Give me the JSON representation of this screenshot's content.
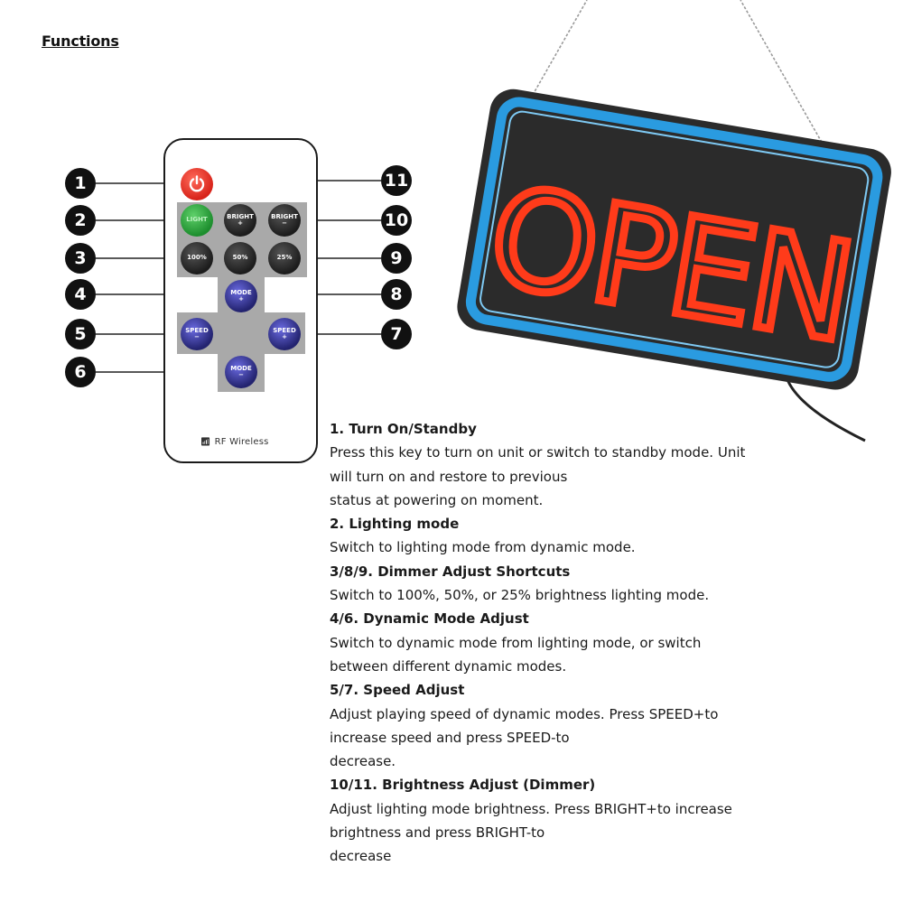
{
  "heading": "Functions",
  "callouts": [
    "1",
    "2",
    "3",
    "4",
    "5",
    "6",
    "7",
    "8",
    "9",
    "10",
    "11"
  ],
  "remote": {
    "buttons": {
      "light": "LIGHT",
      "bright_plus": [
        "BRIGHT",
        "+"
      ],
      "bright_minus": [
        "BRIGHT",
        "−"
      ],
      "b100": "100%",
      "b50": "50%",
      "b25": "25%",
      "mode_plus": [
        "MODE",
        "+"
      ],
      "mode_minus": [
        "MODE",
        "−"
      ],
      "speed_minus": [
        "SPEED",
        "−"
      ],
      "speed_plus": [
        "SPEED",
        "+"
      ]
    },
    "rf_label": "RF Wireless"
  },
  "sign": {
    "text": "OPEN",
    "colors": {
      "frame": "#2a9be0",
      "letters": "#ff3b1a",
      "body": "#2b2b2b"
    }
  },
  "sections": [
    {
      "title": "1. Turn On/Standby",
      "lines": [
        "Press this key to turn on unit or switch to standby mode. Unit",
        "will turn on and restore to previous",
        "status at powering on moment."
      ]
    },
    {
      "title": "2. Lighting mode",
      "lines": [
        "Switch to lighting mode from dynamic mode."
      ]
    },
    {
      "title": "3/8/9. Dimmer Adjust Shortcuts",
      "lines": [
        "Switch to 100%, 50%, or 25% brightness lighting mode."
      ]
    },
    {
      "title": "4/6. Dynamic Mode Adjust",
      "lines": [
        "Switch to dynamic mode from lighting mode, or switch",
        "between different dynamic modes."
      ]
    },
    {
      "title": "5/7. Speed Adjust",
      "lines": [
        "Adjust playing speed of dynamic modes. Press SPEED+to",
        "increase speed and press SPEED-to",
        "decrease."
      ]
    },
    {
      "title": "10/11. Brightness Adjust (Dimmer)",
      "lines": [
        "Adjust lighting mode brightness. Press BRIGHT+to increase",
        "brightness and press BRIGHT-to",
        "decrease"
      ]
    }
  ]
}
